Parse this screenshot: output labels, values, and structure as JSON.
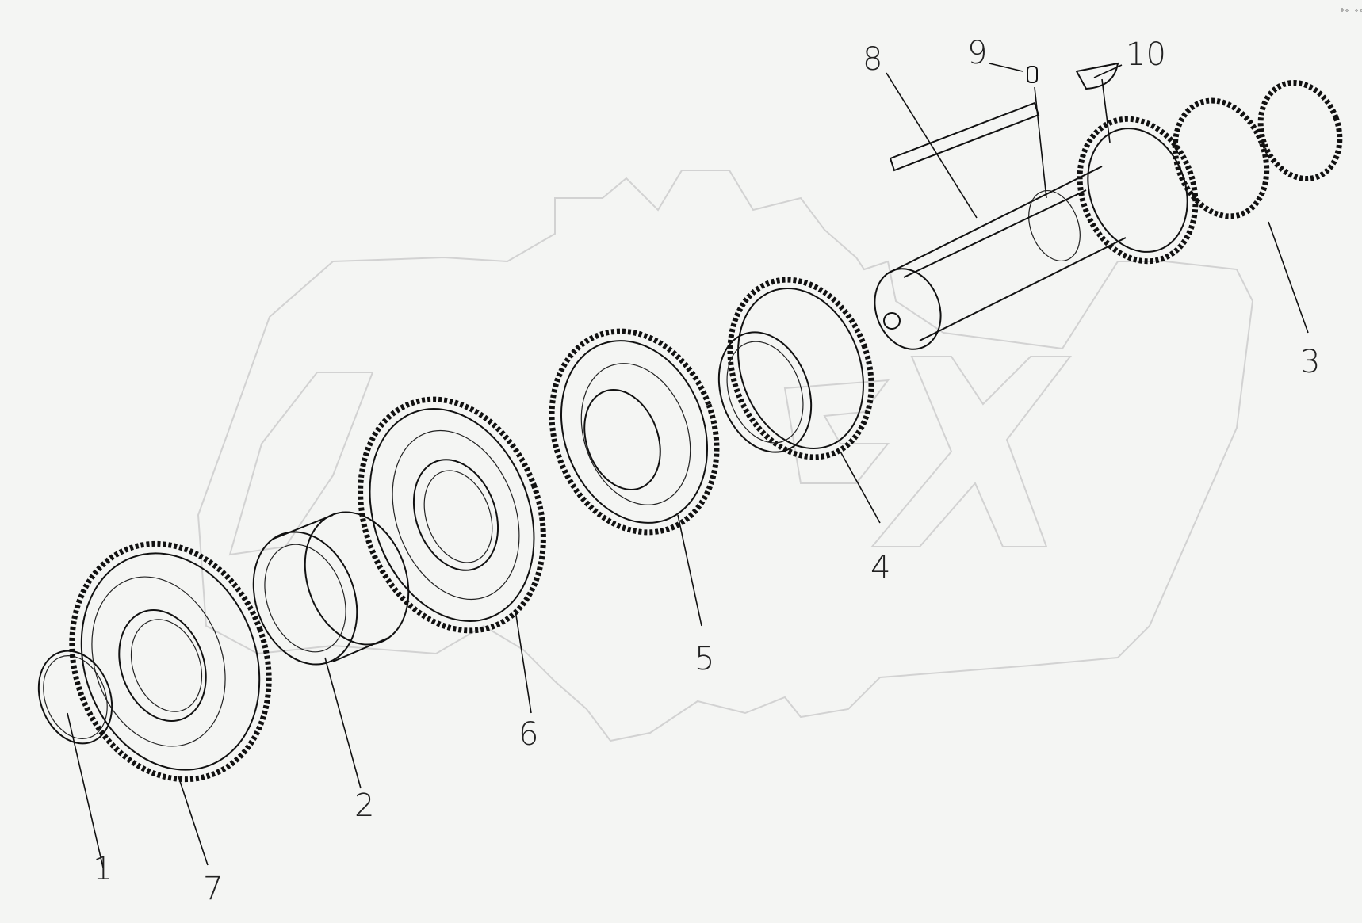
{
  "diagram": {
    "corner_mark": "⁰ᵒ ᵒᵒᵒ",
    "callouts": [
      {
        "id": "1",
        "label": "1"
      },
      {
        "id": "2",
        "label": "2"
      },
      {
        "id": "3",
        "label": "3"
      },
      {
        "id": "4",
        "label": "4"
      },
      {
        "id": "5",
        "label": "5"
      },
      {
        "id": "6",
        "label": "6"
      },
      {
        "id": "7",
        "label": "7"
      },
      {
        "id": "8",
        "label": "8"
      },
      {
        "id": "9",
        "label": "9"
      },
      {
        "id": "10",
        "label": "10"
      }
    ],
    "watermark_text": "OZEX"
  },
  "colors": {
    "background": "#f4f5f3",
    "lines": "#111111",
    "watermark": "#d2d2d2"
  }
}
